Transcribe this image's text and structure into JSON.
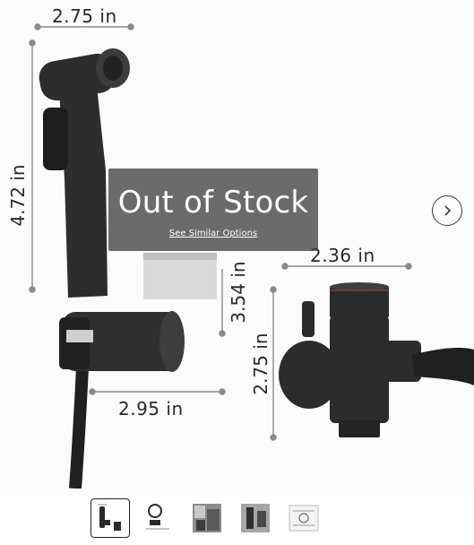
{
  "product_image": {
    "dimensions": {
      "top_width": "2.75 in",
      "left_height": "4.72 in",
      "holder_height": "3.54 in",
      "tee_width": "2.36 in",
      "tee_height": "2.75 in",
      "holder_width": "2.95 in"
    }
  },
  "stock_banner": {
    "title": "Out of Stock",
    "link": "See Similar Options"
  },
  "carousel": {
    "next_icon": "chevron-right-icon"
  },
  "thumbnails": [
    {
      "name": "sprayer-kit",
      "selected": true
    },
    {
      "name": "holder-part"
    },
    {
      "name": "lifestyle-photo"
    },
    {
      "name": "install-photo"
    },
    {
      "name": "diagram"
    }
  ]
}
